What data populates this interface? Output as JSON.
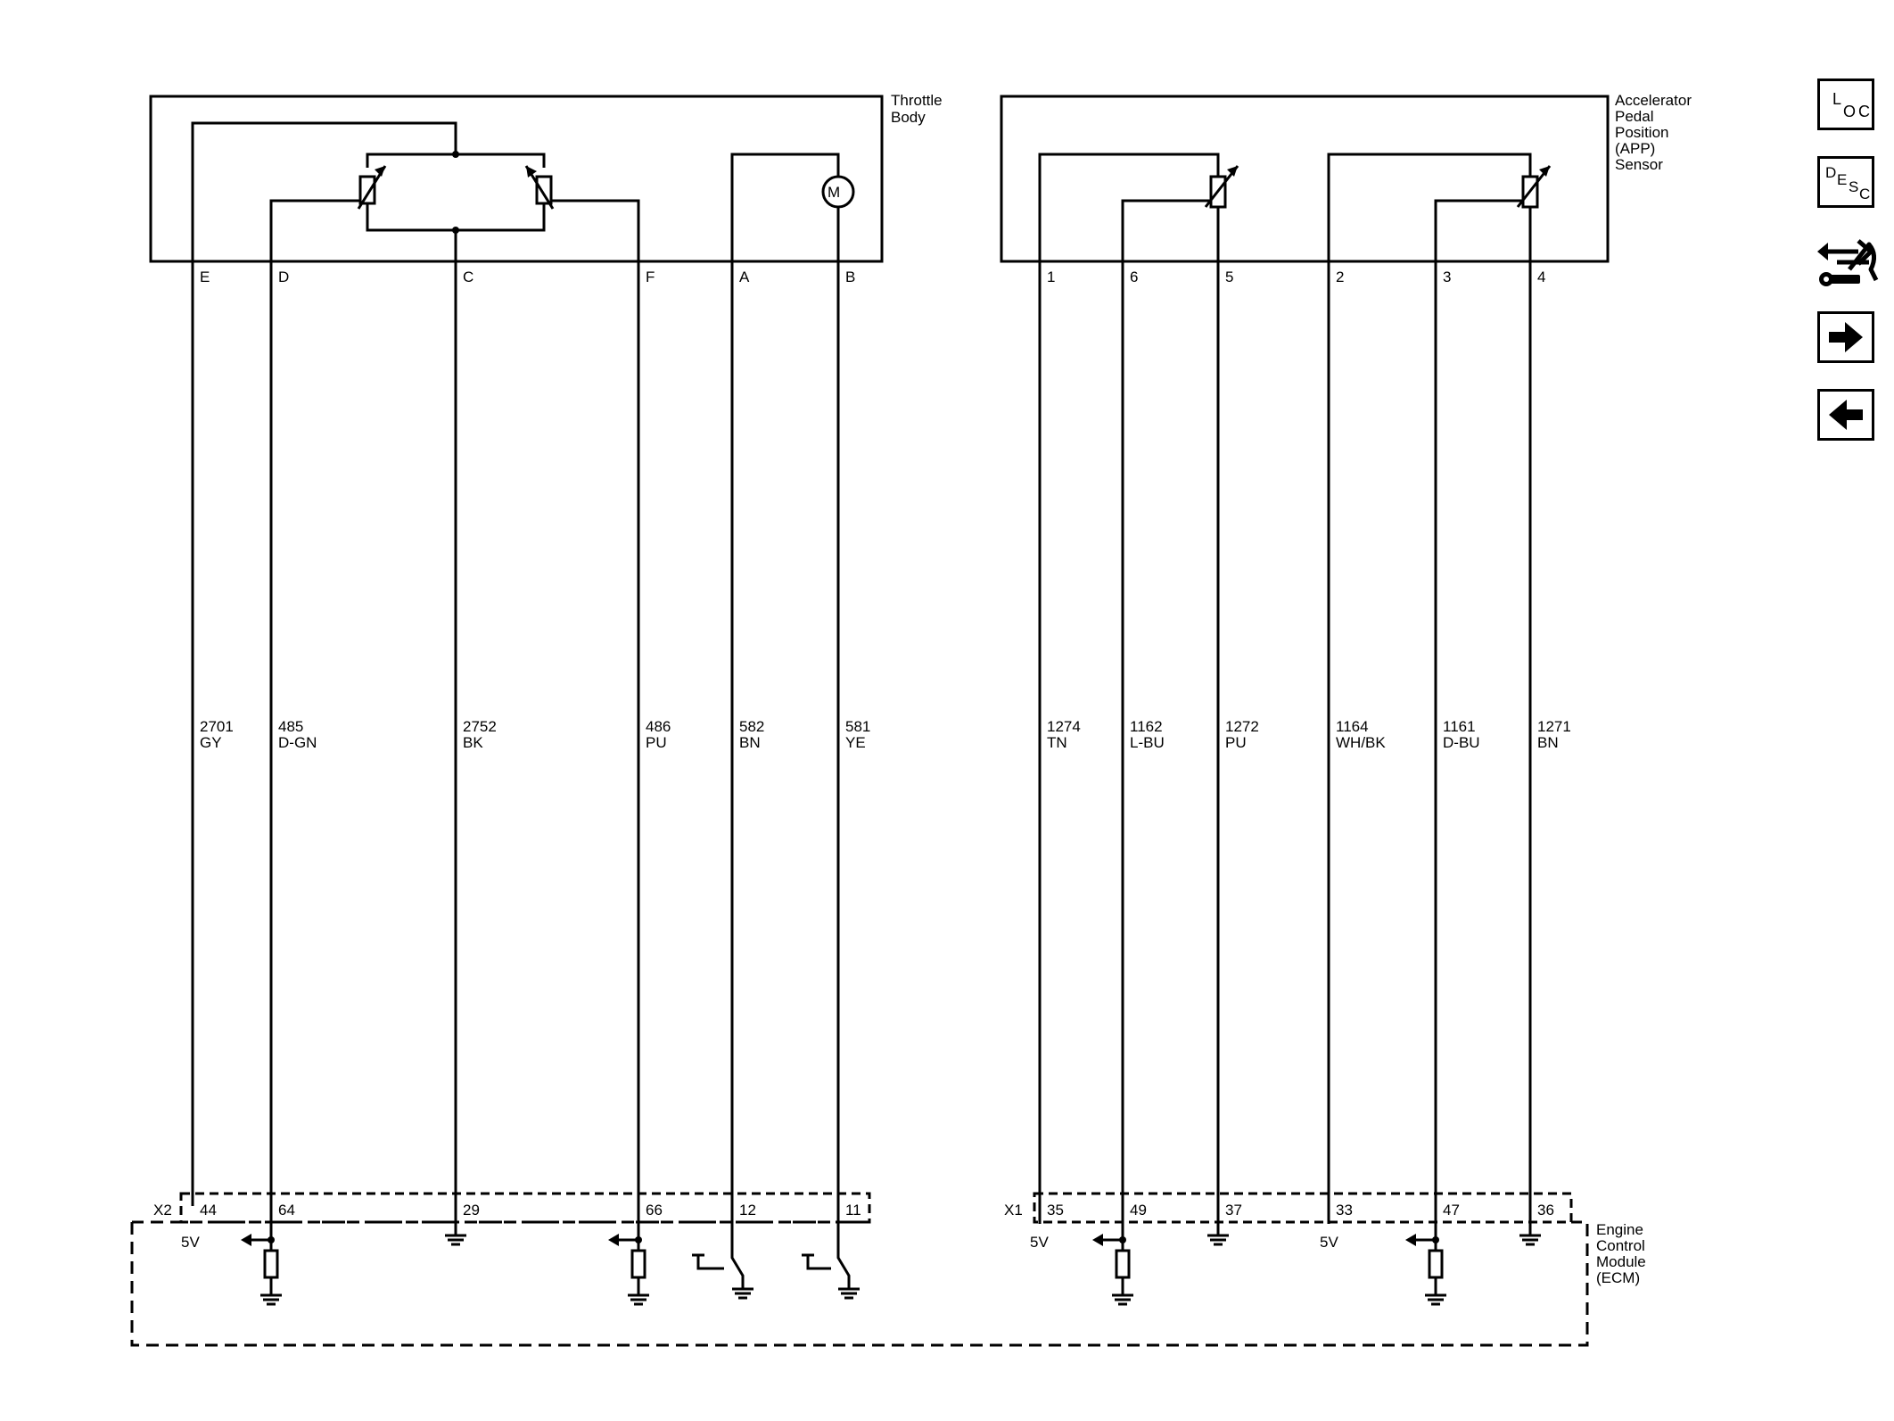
{
  "components": {
    "throttle_body": [
      "Throttle",
      "Body"
    ],
    "app_sensor": [
      "Accelerator",
      "Pedal",
      "Position",
      "(APP)",
      "Sensor"
    ],
    "ecm": [
      "Engine",
      "Control",
      "Module",
      "(ECM)"
    ]
  },
  "throttle_pins": [
    "E",
    "D",
    "C",
    "F",
    "A",
    "B"
  ],
  "app_pins": [
    "1",
    "6",
    "5",
    "2",
    "3",
    "4"
  ],
  "throttle_wires": [
    {
      "circuit": "2701",
      "color": "GY"
    },
    {
      "circuit": "485",
      "color": "D-GN"
    },
    {
      "circuit": "2752",
      "color": "BK"
    },
    {
      "circuit": "486",
      "color": "PU"
    },
    {
      "circuit": "582",
      "color": "BN"
    },
    {
      "circuit": "581",
      "color": "YE"
    }
  ],
  "app_wires": [
    {
      "circuit": "1274",
      "color": "TN"
    },
    {
      "circuit": "1162",
      "color": "L-BU"
    },
    {
      "circuit": "1272",
      "color": "PU"
    },
    {
      "circuit": "1164",
      "color": "WH/BK"
    },
    {
      "circuit": "1161",
      "color": "D-BU"
    },
    {
      "circuit": "1271",
      "color": "BN"
    }
  ],
  "connectors": {
    "x2": "X2",
    "x1": "X1"
  },
  "x2_pins": [
    "44",
    "64",
    "29",
    "66",
    "12",
    "11"
  ],
  "x1_pins": [
    "35",
    "49",
    "37",
    "33",
    "47",
    "36"
  ],
  "ref_labels": {
    "throttle_5v": "5V",
    "app_5v_a": "5V",
    "app_5v_b": "5V"
  },
  "motor_label": "M",
  "nav": {
    "loc": {
      "big": "L",
      "sub": "OC"
    },
    "desc": {
      "big": "D",
      "sub1": "E",
      "sub2": "S",
      "sub3": "C"
    }
  },
  "icons": [
    "loc-icon",
    "desc-icon",
    "connector-tool-icon",
    "arrow-right-icon",
    "arrow-left-icon"
  ]
}
